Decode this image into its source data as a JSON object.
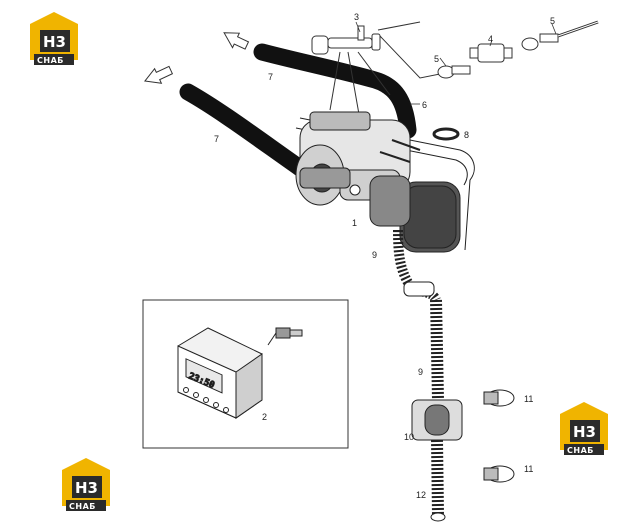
{
  "logos": [
    {
      "letters": "Н3",
      "caption": "СНАБ"
    },
    {
      "letters": "Н3",
      "caption": "СНАБ"
    },
    {
      "letters": "Н3",
      "caption": "СНАБ"
    }
  ],
  "callouts": {
    "c1": "1",
    "c2": "2",
    "c3": "3",
    "c4": "4",
    "c5a": "5",
    "c5b": "5",
    "c6": "6",
    "c7a": "7",
    "c7b": "7",
    "c8": "8",
    "c9a": "9",
    "c9b": "9",
    "c10": "10",
    "c11a": "11",
    "c11b": "11",
    "c12": "12"
  },
  "timer": {
    "display": "23:50"
  },
  "colors": {
    "logo_yellow": "#f0b400",
    "logo_dark": "#2b2b2b",
    "line": "#333333"
  }
}
